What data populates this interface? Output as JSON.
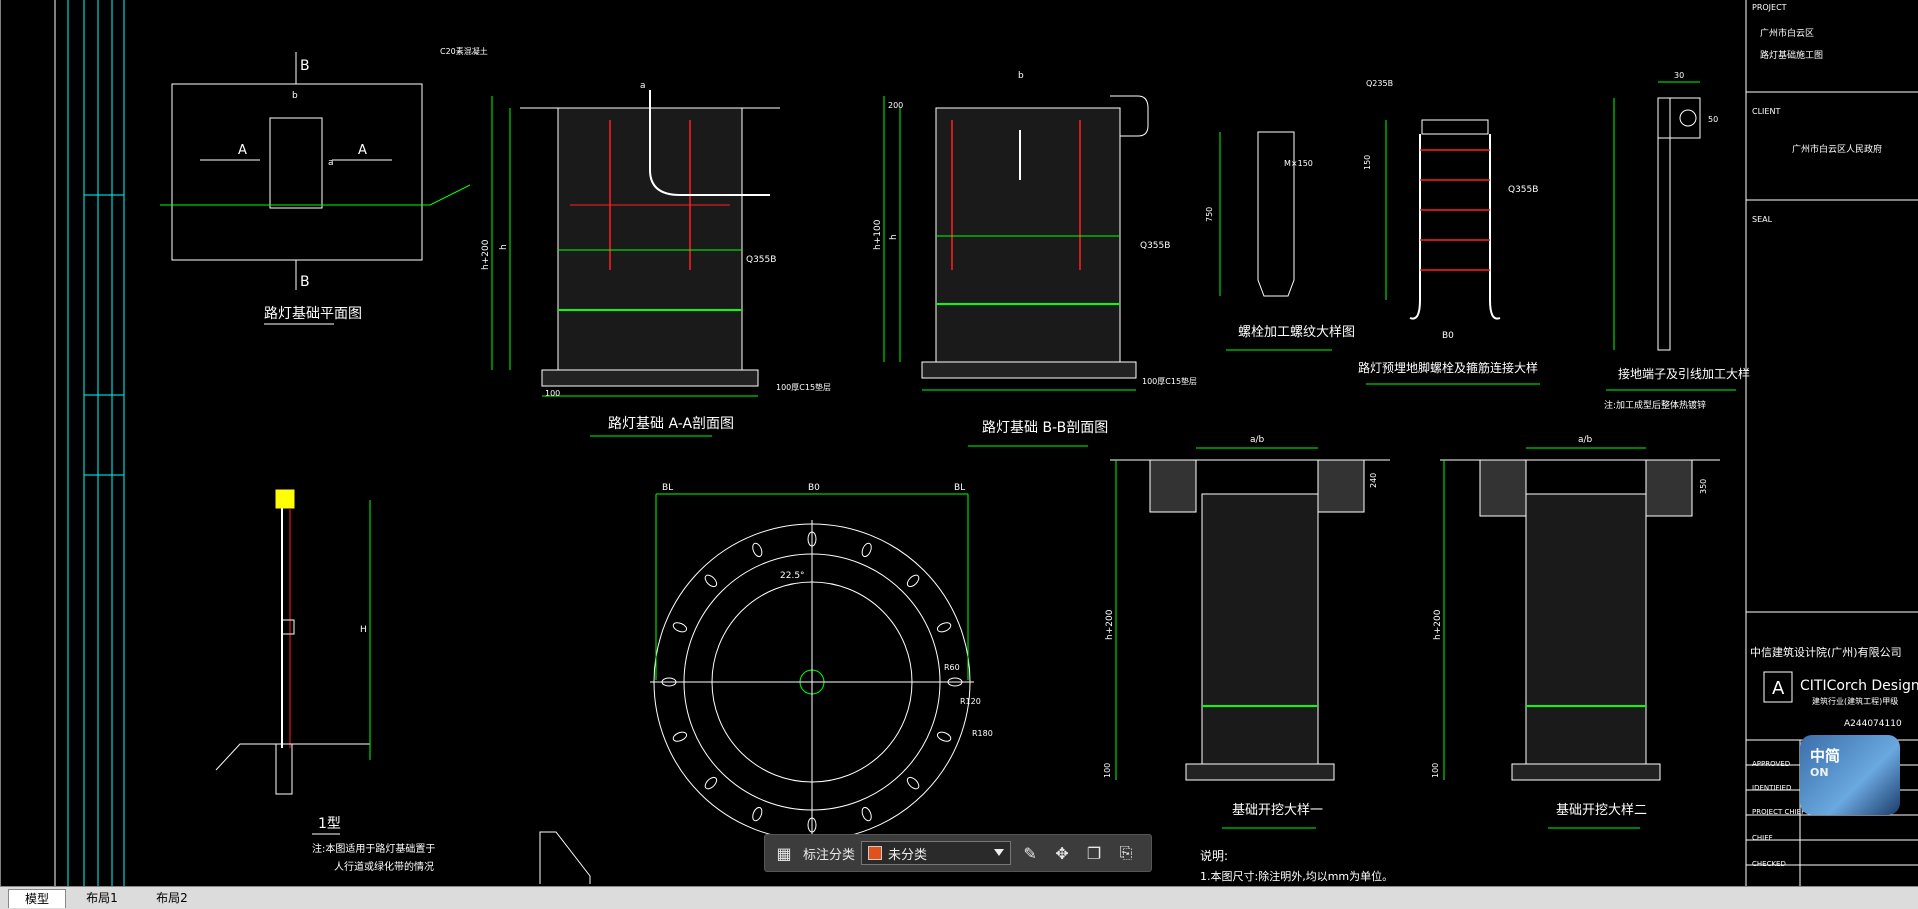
{
  "colors": {
    "background": "#000000",
    "line_white": "#ffffff",
    "line_green": "#00ff00",
    "line_cyan": "#00ffff",
    "line_red": "#ff2020",
    "line_yellow": "#ffff00",
    "tab_bar": "#dcdcdc",
    "toolbar_bg": "#3c3c3c"
  },
  "drawing": {
    "plan_title": "路灯基础平面图",
    "plan_marks": {
      "b_top": "B",
      "b_bottom": "B",
      "a_left": "A",
      "a_right": "A",
      "b_dim": "b",
      "a_dim": "a"
    },
    "sec_aa_title": "路灯基础 A-A剖面图",
    "sec_bb_title": "路灯基础 B-B剖面图",
    "bolt_title": "螺栓加工螺纹大样图",
    "anchor_title": "路灯预埋地脚螺栓及箍筋连接大样",
    "ground_title": "接地端子及引线加工大样",
    "ground_note": "注:加工成型后整体热镀锌",
    "pole_title": "1型",
    "pole_note_1": "注:本图适用于路灯基础置于",
    "pole_note_2": "人行道或绿化带的情况",
    "pit1_title": "基础开挖大样一",
    "pit2_title": "基础开挖大样二",
    "notes_head": "说明:",
    "notes_1": "1.本图尺寸:除注明外,均以mm为单位。",
    "sec_labels": {
      "concrete": "C20素混凝土",
      "q355b": "Q355B",
      "bottom": "100厚C15垫层",
      "dim_100": "100",
      "h_200": "h+200",
      "h_100": "h+100",
      "h": "h",
      "a": "a",
      "b": "b",
      "dim200": "200"
    },
    "flange_labels": {
      "b0": "B0",
      "bl": "BL",
      "angle": "22.5°",
      "r60": "R60",
      "r120": "R120",
      "r180": "R180"
    },
    "pit_labels": {
      "a_b": "a/b",
      "d240": "240",
      "d350": "350",
      "h200": "h+200",
      "d100": "100"
    },
    "bolt_labels": {
      "dim750": "750",
      "m": "M×150"
    },
    "anchor_labels": {
      "b0": "B0",
      "q355b": "Q355B",
      "q235b": "Q235B",
      "d150": "150"
    },
    "ground_labels": {
      "d30": "30",
      "d50": "50"
    }
  },
  "title_block": {
    "project_head": "PROJECT",
    "project_1": "广州市白云区",
    "project_2": "路灯基础施工图",
    "client_head": "CLIENT",
    "client_1": "广州市白云区人民政府",
    "seal_head": "SEAL",
    "company_cn": "中信建筑设计院(广州)有限公司",
    "company_en": "CITICorch Design LT",
    "company_sub": "建筑行业(建筑工程)甲级",
    "cert": "A244074110",
    "approved": "APPROVED",
    "identified": "IDENTIFIED",
    "project_chief": "PROJECT CHIEF",
    "chief": "CHIEF",
    "checked": "CHECKED"
  },
  "toolbar": {
    "category_label": "标注分类",
    "selected": "未分类"
  },
  "tabs": [
    {
      "label": "模型"
    },
    {
      "label": "布局1"
    },
    {
      "label": "布局2"
    }
  ],
  "widget": {
    "title": "中简",
    "sub": "ON"
  }
}
